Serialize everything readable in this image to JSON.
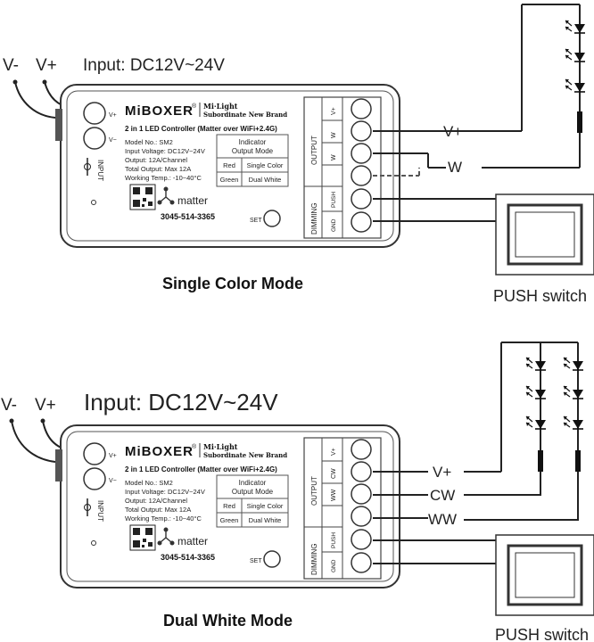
{
  "sections": [
    {
      "input_pos": {
        "vminus": "V-",
        "vplus": "V+"
      },
      "input_label": "Input: DC12V~24V",
      "caption": "Single Color Mode",
      "outputs": [
        "V+",
        "W"
      ],
      "switch_label": "PUSH switch"
    },
    {
      "input_pos": {
        "vminus": "V-",
        "vplus": "V+"
      },
      "input_label": "Input: DC12V~24V",
      "caption": "Dual White Mode",
      "outputs": [
        "V+",
        "CW",
        "WW"
      ],
      "switch_label": "PUSH switch"
    }
  ],
  "device": {
    "brand": "MiBOXER",
    "reg": "®",
    "sub_brand_1": "Mi·Light",
    "sub_brand_2": "Subordinate New Brand",
    "model_title": "2 in 1 LED Controller (Matter over WiFi+2.4G)",
    "specs": [
      "Model No.: SM2",
      "Input Voltage: DC12V~24V",
      "Output: 12A/Channel",
      "Total Output: Max 12A",
      "Working Temp.: -10~40°C"
    ],
    "indicator_title_1": "Indicator",
    "indicator_title_2": "Output Mode",
    "indicator_rows": [
      [
        "Red",
        "Single Color"
      ],
      [
        "Green",
        "Dual White"
      ]
    ],
    "matter": "matter",
    "code": "3045-514-3365",
    "set": "SET",
    "input_vplus": "V+",
    "input_vminus": "V−",
    "input_side": "INPUT",
    "output_side": "OUTPUT",
    "dimming_side": "DIMMING",
    "terminals_1": [
      "V+",
      "W",
      "W"
    ],
    "terminals_2": [
      "V+",
      "CW",
      "WW"
    ],
    "dim_terminals": [
      "PUSH",
      "GND"
    ]
  }
}
